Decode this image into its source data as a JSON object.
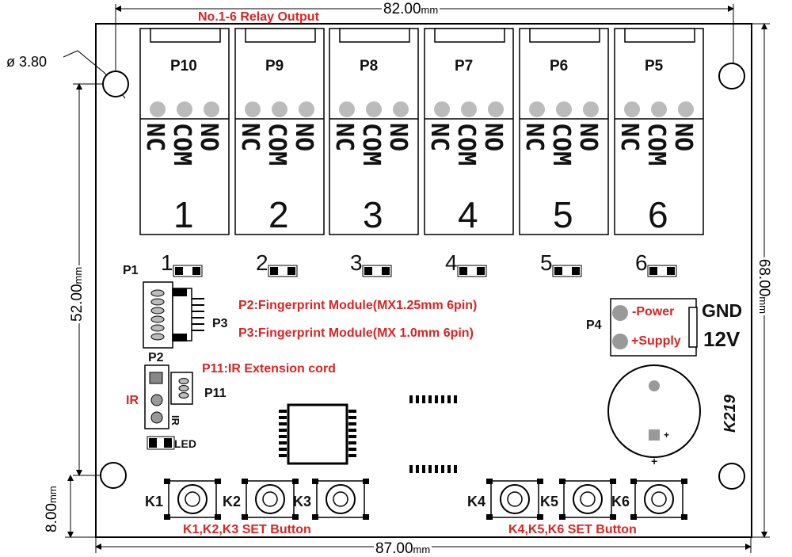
{
  "dimensions": {
    "top": "82.00",
    "bottom": "87.00",
    "left_height": "52.00",
    "right_height": "68.00",
    "left_bottom": "8.00",
    "unit": "mm",
    "hole": "ø 3.80"
  },
  "title": "No.1-6 Relay Output",
  "relays": [
    {
      "label": "P10",
      "num": "1",
      "led": "1"
    },
    {
      "label": "P9",
      "num": "2",
      "led": "2"
    },
    {
      "label": "P8",
      "num": "3",
      "led": "3"
    },
    {
      "label": "P7",
      "num": "4",
      "led": "4"
    },
    {
      "label": "P6",
      "num": "5",
      "led": "5"
    },
    {
      "label": "P5",
      "num": "6",
      "led": "6"
    }
  ],
  "terminal_pins": [
    "NC",
    "COM",
    "NO"
  ],
  "connectors": {
    "p1": "P1",
    "p2": "P2",
    "p3": "P3",
    "p4": "P4",
    "p11": "P11"
  },
  "notes": {
    "p2": "P2:Fingerprint Module(MX1.25mm 6pin)",
    "p3": "P3:Fingerprint Module(MX 1.0mm 6pin)",
    "p11": "P11:IR Extension cord"
  },
  "ir_left": "IR",
  "ir_small": "IR",
  "led": "LED",
  "power": {
    "minus": "-Power",
    "plus": "+Supply",
    "gnd": "GND",
    "v12": "12V"
  },
  "board_id": "K219",
  "buzzer_plus": "+",
  "buttons": [
    "K1",
    "K2",
    "K3",
    "K4",
    "K5",
    "K6"
  ],
  "button_notes": {
    "left": "K1,K2,K3 SET Button",
    "right": "K4,K5,K6 SET Button"
  },
  "colors": {
    "annotation": "#dd2222",
    "board_line": "#000000",
    "pin_fill": "#bbbbbb"
  }
}
